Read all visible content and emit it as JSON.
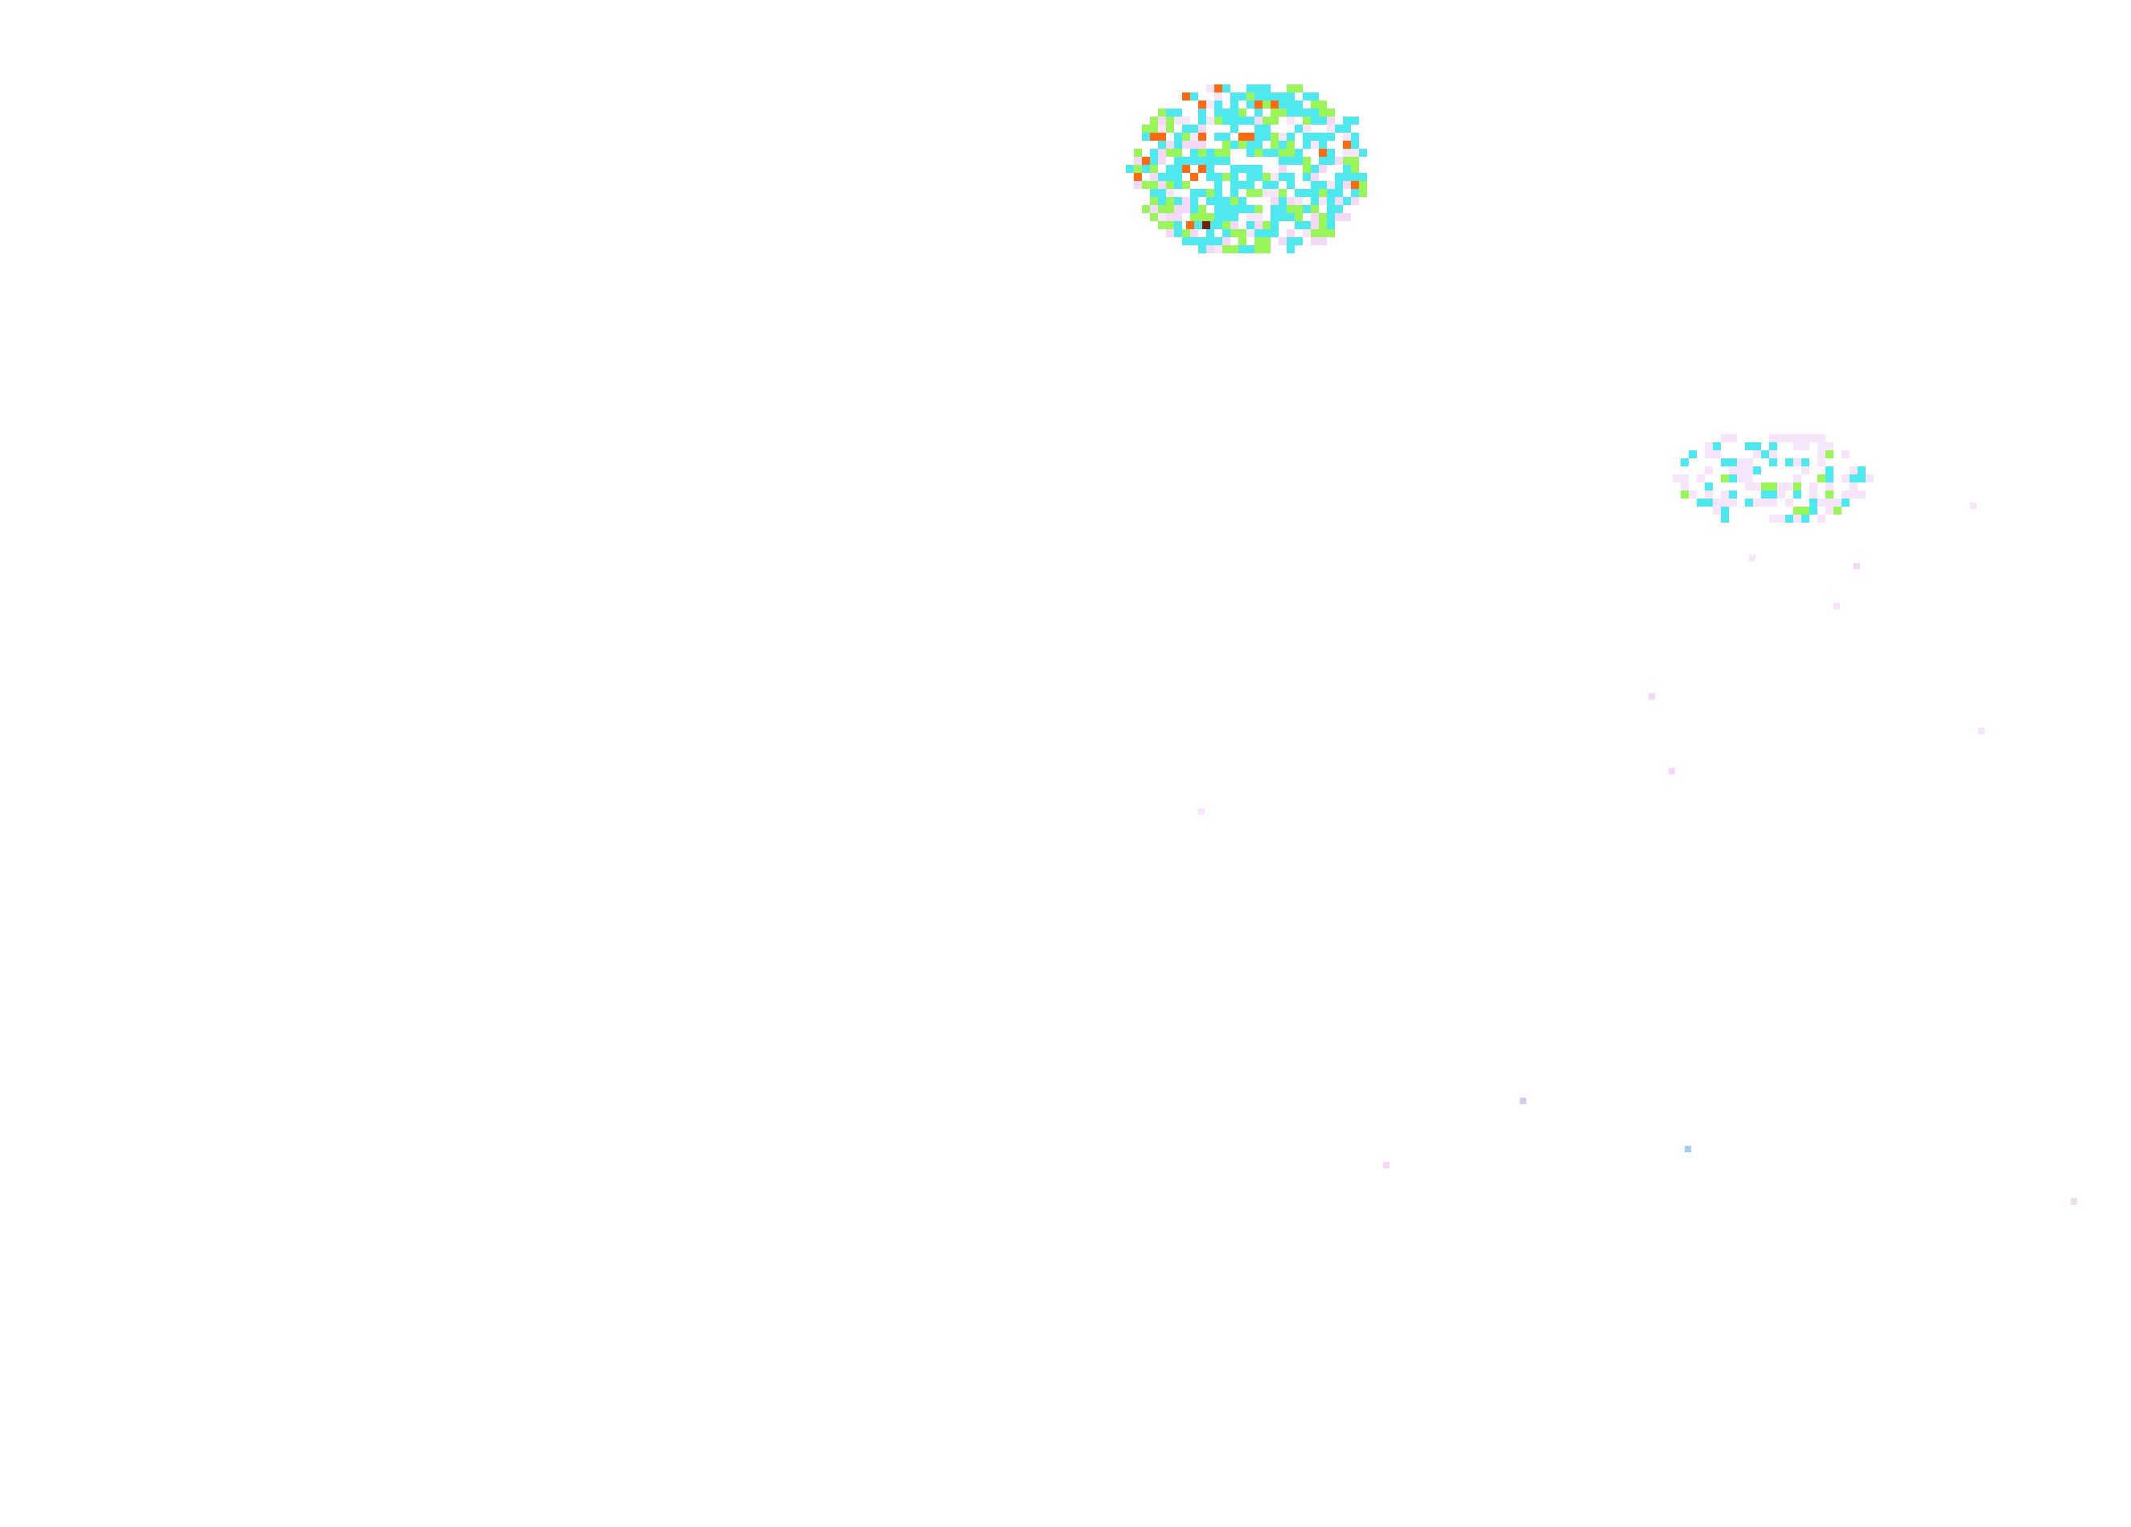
{
  "figure": {
    "background_color": "#ffffff",
    "colormap": {
      "level_1": "#f7e6fb",
      "level_2": "#f3d9f6",
      "level_3": "#d9c8f2",
      "level_4": "#a6cdf5",
      "level_5": "#4ee8ee",
      "level_6": "#9af55a",
      "level_7": "#ff6a10",
      "level_8": "#7a1f10"
    },
    "main_cluster": {
      "dominant_levels": [
        "level_5",
        "level_6",
        "level_7"
      ]
    },
    "secondary_cluster": {
      "dominant_levels": [
        "level_5",
        "level_1"
      ]
    }
  }
}
